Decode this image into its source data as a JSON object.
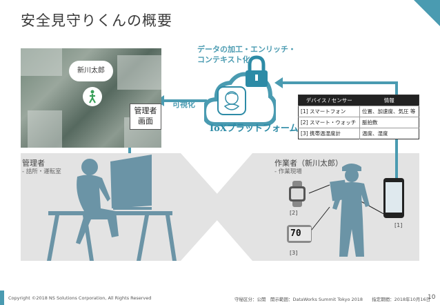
{
  "title": "安全見守りくんの概要",
  "page_number": "10",
  "colors": {
    "accent": "#4a9bb1",
    "silhouette": "#6b94a6",
    "zone_bg": "#e3e3e3"
  },
  "map": {
    "bubble_name": "新川太郎",
    "pin_icon": "walking-person-icon"
  },
  "manager_screen": {
    "line1": "管理者",
    "line2": "画面"
  },
  "visualize_label": "可視化",
  "cloud": {
    "caption_line1": "データの加工・エンリッチ・",
    "caption_line2": "コンテキスト化",
    "platform_logo": "IoXプラットフォーム",
    "icons": [
      "cloud-icon",
      "padlock-icon",
      "character-logo-icon"
    ]
  },
  "device_table": {
    "headers": [
      "デバイス / センサー",
      "情報"
    ],
    "rows": [
      [
        "[1] スマートフォン",
        "位置、加速度、気圧 等"
      ],
      [
        "[2] スマート・ウォッチ",
        "脈拍数"
      ],
      [
        "[3] 携帯温湿度計",
        "温度、湿度"
      ]
    ]
  },
  "manager": {
    "title": "管理者",
    "location": "- 詰所・運転室"
  },
  "worker": {
    "title": "作業者（新川太郎）",
    "location": "- 作業現場"
  },
  "device_labels": {
    "phone": "[1]",
    "watch": "[2]",
    "thermo": "[3]"
  },
  "thermometer_reading": "70",
  "footer": {
    "copyright": "Copyright ©2018 NS Solutions Corporation, All Rights Reserved",
    "classification": "守秘区分：公開　開示範囲：DataWorks Summit Tokyo 2018　　指定期間：2018年10月16日"
  }
}
